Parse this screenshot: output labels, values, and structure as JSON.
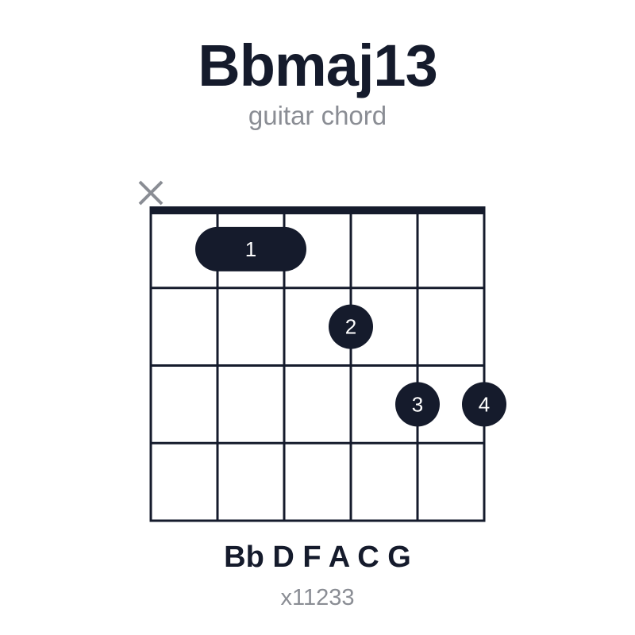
{
  "title": "Bbmaj13",
  "subtitle": "guitar chord",
  "notes_label": "Bb D F A C G",
  "fingering_label": "x11233",
  "colors": {
    "ink": "#151b2c",
    "muted": "#8a8d94",
    "dot_text": "#ffffff"
  },
  "diagram": {
    "strings": 6,
    "frets": 4,
    "muted_strings": [
      1
    ],
    "open_strings": [],
    "barre": {
      "fret": 1,
      "from_string": 2,
      "to_string": 3,
      "finger": "1"
    },
    "dots": [
      {
        "string": 4,
        "fret": 2,
        "finger": "2"
      },
      {
        "string": 5,
        "fret": 3,
        "finger": "3"
      },
      {
        "string": 6,
        "fret": 3,
        "finger": "4"
      }
    ],
    "muted_icon": "x-mark-icon"
  }
}
